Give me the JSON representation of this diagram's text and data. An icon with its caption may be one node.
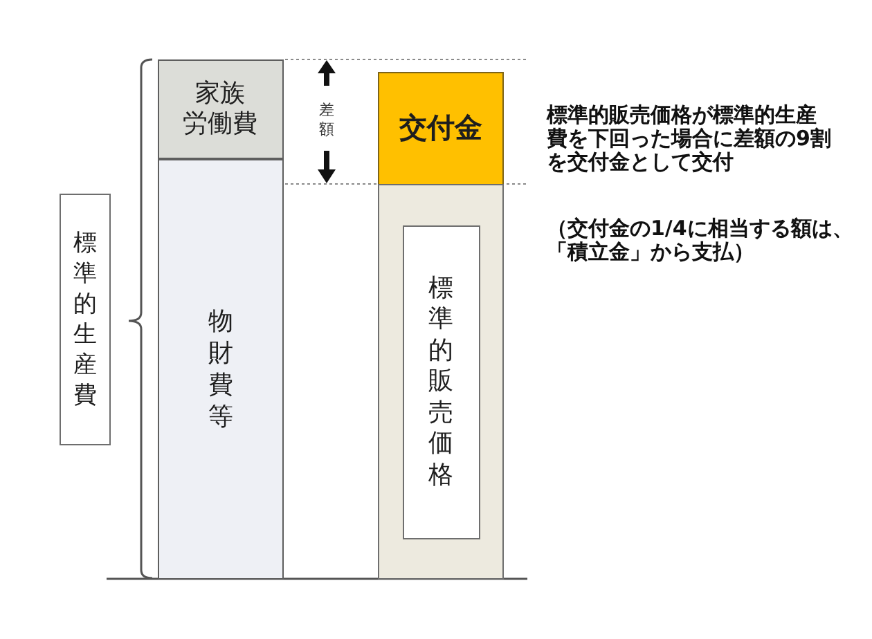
{
  "diagram": {
    "nodes": [
      {
        "text": [
          "標準的生産費"
        ]
      },
      {
        "text": [
          "家族労働費"
        ]
      },
      {
        "text": [
          "物財費等"
        ]
      },
      {
        "text": [
          "交付金"
        ]
      },
      {
        "text": [],
        "shape": "bar"
      },
      {
        "text": [
          "標準的販売価格"
        ],
        "in": 4
      }
    ],
    "labels": [
      "差額",
      "標準的販売価格が標準的生産費を下回った場合に差額の9割を交付金として交付",
      "（交付金の1/4に相当する額は、「積立金」から支払）"
    ]
  }
}
